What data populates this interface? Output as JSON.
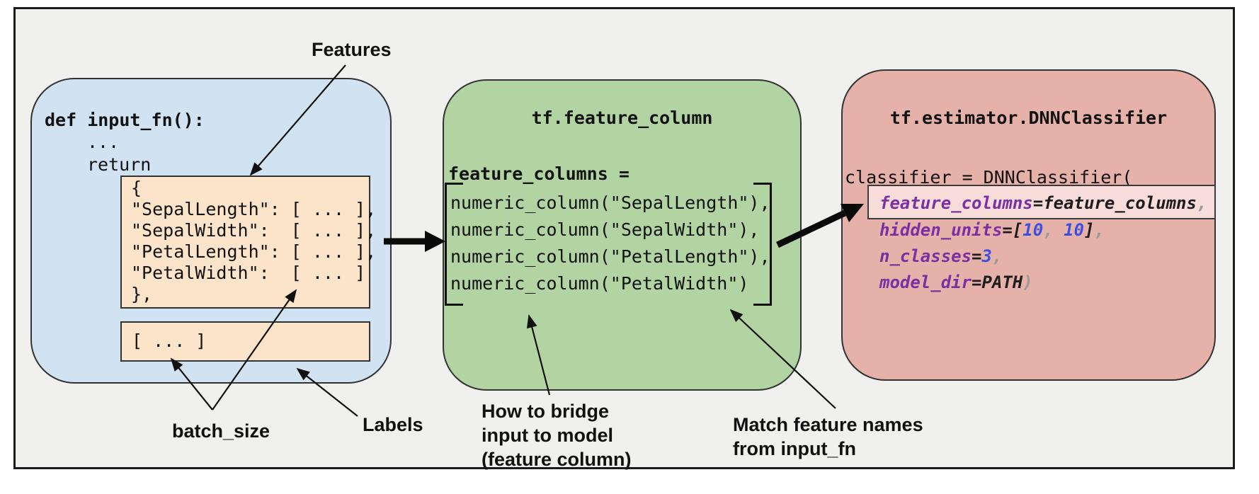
{
  "diagram": {
    "colors": {
      "background": "#f0f0ee",
      "input-box": "#d1e3f2",
      "inner-box": "#fbe4c9",
      "column-box": "#b2d3a2",
      "estimator-box": "#e5b1a8",
      "highlight-box": "#f8dcd9",
      "purple": "#7b2fa3",
      "blue": "#3d4fe0",
      "gray": "#9a9a9a",
      "dark": "#1c1c1c"
    },
    "labels": {
      "features": "Features",
      "batch_size": "batch_size",
      "labels": "Labels",
      "bridge_line1": "How to bridge",
      "bridge_line2": "input to model",
      "bridge_line3": "(feature column)",
      "match_line1": "Match feature names",
      "match_line2": "from input_fn"
    },
    "input_fn_box": {
      "code_def": "def input_fn():",
      "code_ellipsis": "...",
      "code_return": "return",
      "features_dict": [
        "{",
        "\"SepalLength\": [ ... ],",
        "\"SepalWidth\":  [ ... ],",
        "\"PetalLength\": [ ... ],",
        "\"PetalWidth\":  [ ... ]",
        "},"
      ],
      "labels_list": "[ ... ]"
    },
    "feature_column_box": {
      "title": "tf.feature_column",
      "assign": "feature_columns =",
      "columns": [
        "numeric_column(\"SepalLength\"),",
        "numeric_column(\"SepalWidth\"),",
        "numeric_column(\"PetalLength\"),",
        "numeric_column(\"PetalWidth\")"
      ]
    },
    "estimator_box": {
      "title": "tf.estimator.DNNClassifier",
      "code_head": "classifier = DNNClassifier(",
      "arg_lines": [
        {
          "tokens": [
            {
              "t": "feature_columns",
              "c": "purple"
            },
            {
              "t": "=",
              "c": "dark"
            },
            {
              "t": "feature_columns",
              "c": "dark"
            },
            {
              "t": ",",
              "c": "gray"
            }
          ]
        },
        {
          "tokens": [
            {
              "t": "hidden_units",
              "c": "purple"
            },
            {
              "t": "=[",
              "c": "dark"
            },
            {
              "t": "10",
              "c": "blue"
            },
            {
              "t": ", ",
              "c": "gray"
            },
            {
              "t": "10",
              "c": "blue"
            },
            {
              "t": "]",
              "c": "dark"
            },
            {
              "t": ",",
              "c": "gray"
            }
          ]
        },
        {
          "tokens": [
            {
              "t": "n_classes",
              "c": "purple"
            },
            {
              "t": "=",
              "c": "dark"
            },
            {
              "t": "3",
              "c": "blue"
            },
            {
              "t": ",",
              "c": "gray"
            }
          ]
        },
        {
          "tokens": [
            {
              "t": "model_dir",
              "c": "purple"
            },
            {
              "t": "=",
              "c": "dark"
            },
            {
              "t": "PATH",
              "c": "dark"
            },
            {
              "t": ")",
              "c": "gray"
            }
          ]
        }
      ]
    }
  }
}
